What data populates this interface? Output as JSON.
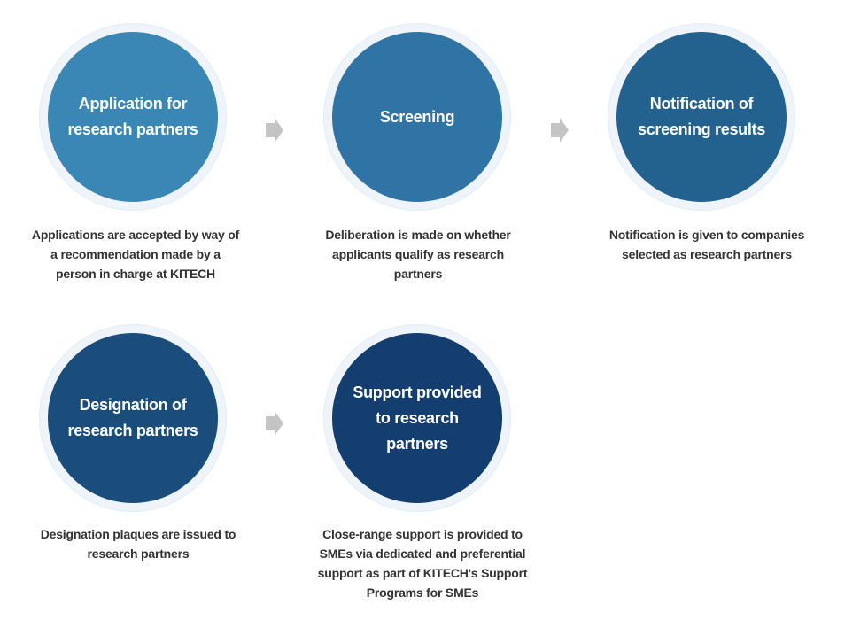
{
  "steps": [
    {
      "title": "Application for research partners",
      "description": "Applications are accepted by way of a recommendation made by a person in charge at KITECH",
      "color": "#3a86b4"
    },
    {
      "title": "Screening",
      "description": "Deliberation is made on whether applicants qualify as research partners",
      "color": "#2f74a4"
    },
    {
      "title": "Notification of screening results",
      "description": "Notification is given to companies selected as research partners",
      "color": "#23618f"
    },
    {
      "title": "Designation of research partners",
      "description": "Designation plaques are issued to research partners",
      "color": "#1a4d7b"
    },
    {
      "title": "Support provided to research partners",
      "description": "Close-range support is provided to SMEs via dedicated and preferential support as part of KITECH's Support Programs for SMEs",
      "color": "#143e70"
    }
  ],
  "arrow_color": "#c4c4c4"
}
